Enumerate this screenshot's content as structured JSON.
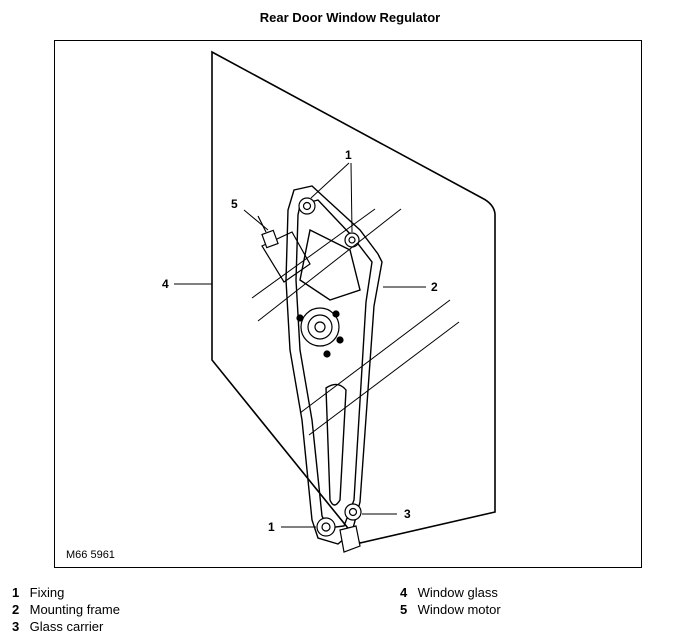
{
  "title": "Rear Door Window Regulator",
  "figure_code": "M66 5961",
  "callouts": {
    "c1_top": "1",
    "c1_bottom": "1",
    "c2": "2",
    "c3": "3",
    "c4": "4",
    "c5": "5"
  },
  "legend": {
    "left": [
      {
        "num": "1",
        "label": "Fixing"
      },
      {
        "num": "2",
        "label": "Mounting frame"
      },
      {
        "num": "3",
        "label": "Glass carrier"
      }
    ],
    "right": [
      {
        "num": "4",
        "label": "Window glass"
      },
      {
        "num": "5",
        "label": "Window motor"
      }
    ]
  }
}
